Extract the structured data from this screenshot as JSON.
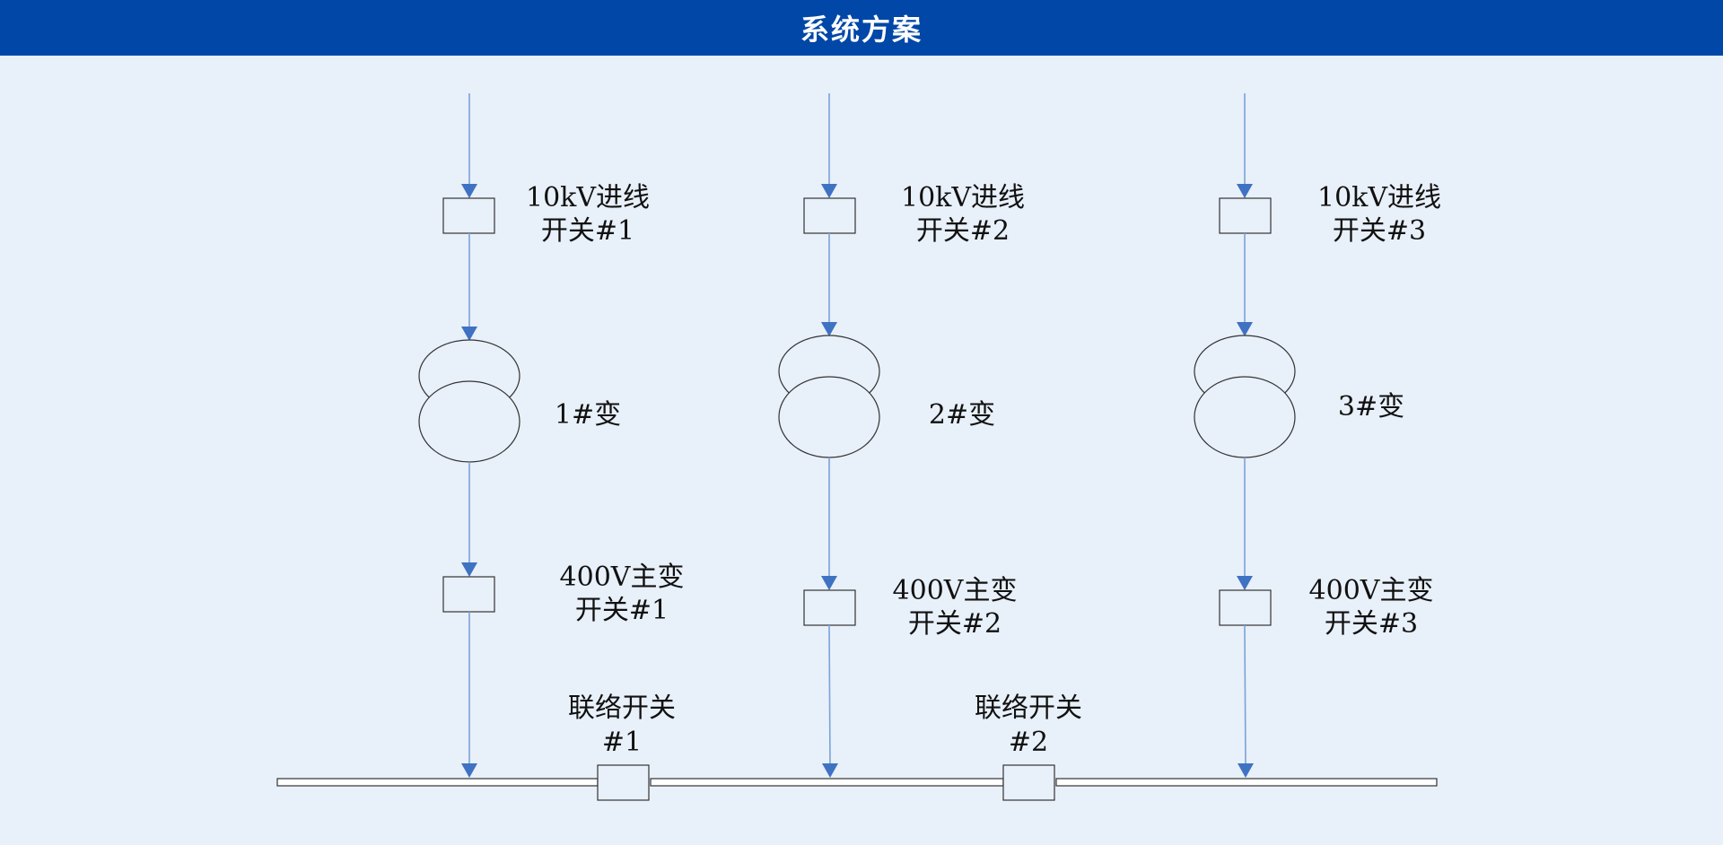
{
  "header": {
    "title": "系统方案"
  },
  "diagram": {
    "feeders": [
      {
        "incoming_switch": [
          "10kV进线",
          "开关#1"
        ],
        "transformer": "1#变",
        "main_switch": [
          "400V主变",
          "开关#1"
        ]
      },
      {
        "incoming_switch": [
          "10kV进线",
          "开关#2"
        ],
        "transformer": "2#变",
        "main_switch": [
          "400V主变",
          "开关#2"
        ]
      },
      {
        "incoming_switch": [
          "10kV进线",
          "开关#3"
        ],
        "transformer": "3#变",
        "main_switch": [
          "400V主变",
          "开关#3"
        ]
      }
    ],
    "tie_switches": [
      [
        "联络开关",
        "#1"
      ],
      [
        "联络开关",
        "#2"
      ]
    ]
  },
  "colors": {
    "header_bg": "#0047a7",
    "page_bg": "#e8f0f9",
    "wire": "#7aa3d8",
    "arrow": "#3f72c2"
  }
}
